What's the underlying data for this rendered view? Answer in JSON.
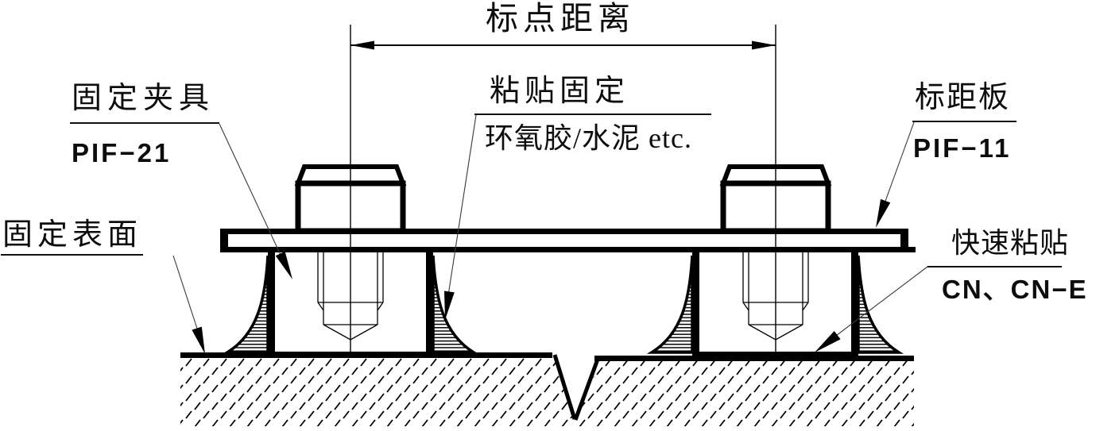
{
  "title": "标点距离",
  "labels": {
    "fixing_clamp": {
      "name": "固定夹具",
      "model": "PIF−21"
    },
    "adhesive_fixing": {
      "name": "粘贴固定",
      "detail": "环氧胶/水泥 etc."
    },
    "gauge_plate": {
      "name": "标距板",
      "model": "PIF−11"
    },
    "fixing_surface": {
      "name": "固定表面"
    },
    "quick_adhesive": {
      "name": "快速粘贴",
      "model": "CN、CN−E"
    }
  },
  "colors": {
    "line": "#000000",
    "background": "#ffffff",
    "leader": "#3a3a3a"
  }
}
